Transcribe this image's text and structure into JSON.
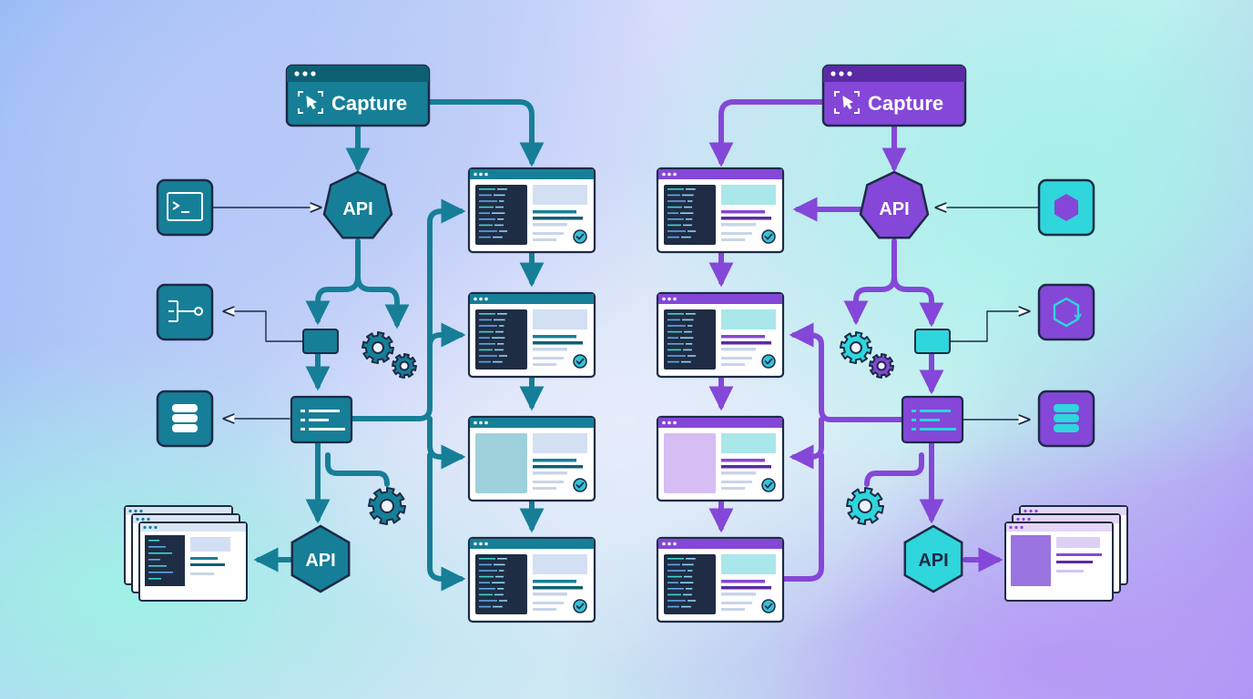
{
  "diagram": {
    "left_capture_label": "Capture",
    "right_capture_label": "Capture",
    "api_labels": [
      "API",
      "API",
      "API",
      "API"
    ]
  },
  "colors": {
    "teal": "#167f97",
    "teal_dark": "#0f5f72",
    "purple": "#8447d8",
    "purple_dark": "#5a2aa3",
    "cyan": "#2fd6dc",
    "navy": "#1c2b45",
    "light_blue": "#d5e2f4",
    "light_purple": "#d4bdf2"
  },
  "icons": [
    "cursor-select-icon",
    "terminal-icon",
    "branch-icon",
    "database-icon",
    "gear-icon",
    "hexagon-icon",
    "refresh-hexagon-icon",
    "checkmark-icon"
  ]
}
